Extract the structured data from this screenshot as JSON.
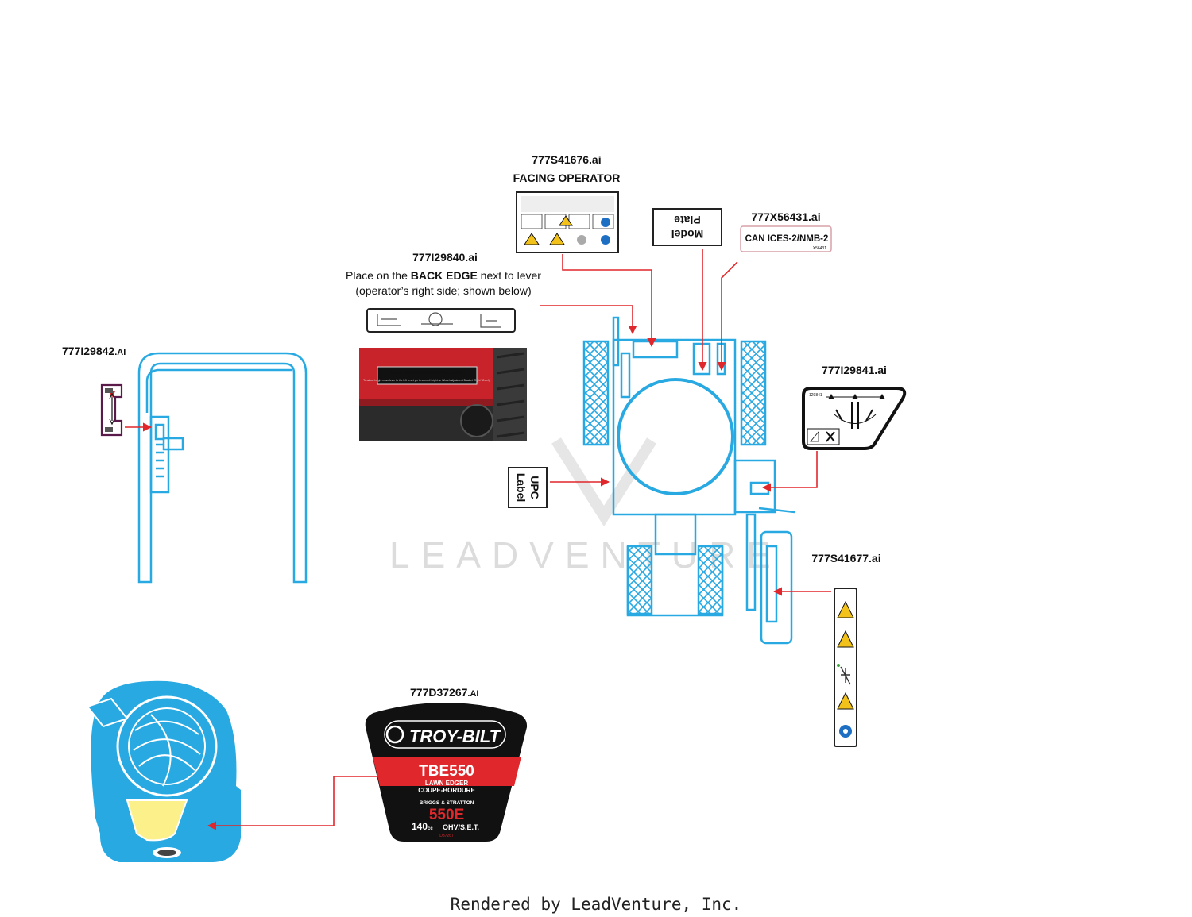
{
  "labels": {
    "operator_label": {
      "part": "777S41676.ai",
      "note": "FACING OPERATOR"
    },
    "model_plate": {
      "line1": "Model",
      "line2": "Plate"
    },
    "ices_label": {
      "part": "777X56431.ai",
      "text": "CAN ICES-2/NMB-2",
      "code": "X56431"
    },
    "lever_label": {
      "part": "777I29840.ai",
      "note_pre": "Place on the ",
      "note_bold": "BACK EDGE",
      "note_post": " next to lever",
      "note_line2": "(operator’s right side; shown below)"
    },
    "photo": {
      "title": "Curb Wheel Adjustment Lever",
      "line": "To adjust height move lever to the left to set pin to correct height on Wheel Adjustment Bracket (Right Wheel)."
    },
    "handle_label": {
      "part": "777I29842",
      "ext": ".AI"
    },
    "depth_label": {
      "part": "777I29841.ai",
      "code": "129841"
    },
    "upc_label": {
      "line1": "UPC",
      "line2": "Label"
    },
    "warning_strip": {
      "part": "777S41677.ai"
    },
    "engine_label": {
      "part": "777D37267",
      "ext": ".AI",
      "brand": "TROY-BILT",
      "model": "TBE550",
      "line1": "LAWN EDGER",
      "line2": "COUPE-BORDURE",
      "engine_brand": "BRIGGS & STRATTON",
      "series": "550E",
      "cc": "140",
      "cc_unit": "cc",
      "engine_type": "OHV/S.E.T.",
      "code": "D37267"
    }
  },
  "watermark": "LEADVENTURE",
  "footer": "Rendered by LeadVenture, Inc.",
  "colors": {
    "line": "#29a9e1",
    "arrow": "#e0272b",
    "label_red": "#e0272b",
    "label_black": "#111111",
    "caution": "#f2c21b"
  }
}
